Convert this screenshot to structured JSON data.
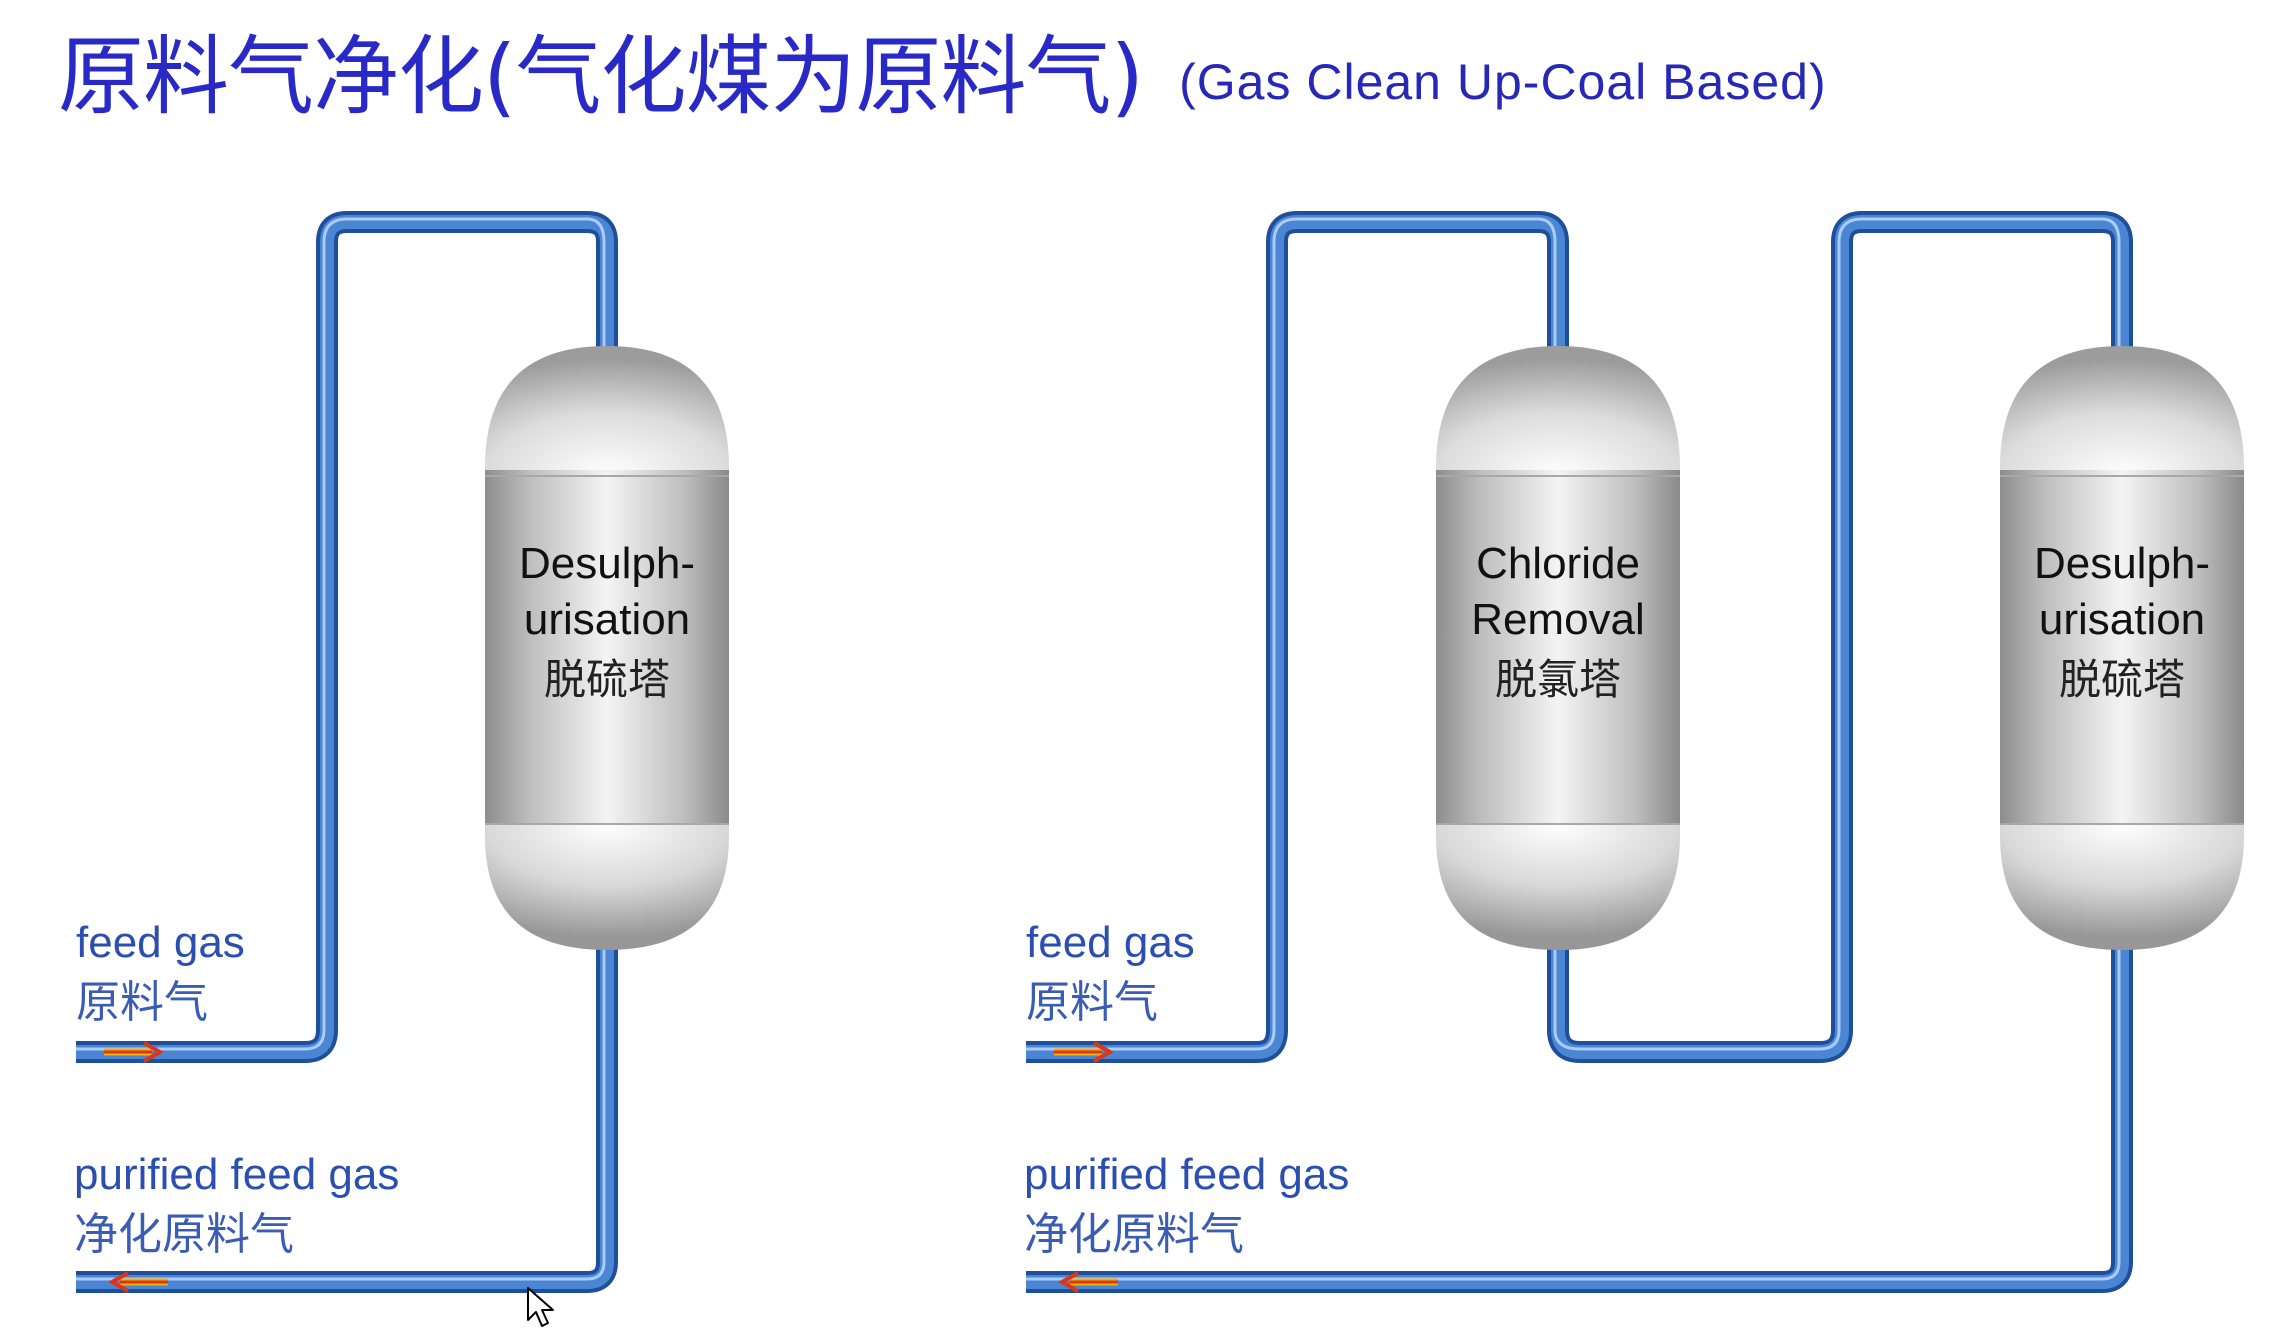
{
  "title": {
    "main": "原料气净化(气化煤为原料气)",
    "sub": "(Gas Clean Up-Coal Based)"
  },
  "left_diagram": {
    "feed_label_en": "feed gas",
    "feed_label_zh": "原料气",
    "product_label_en": "purified feed gas",
    "product_label_zh": "净化原料气",
    "vessels": [
      {
        "label_en_1": "Desulph-",
        "label_en_2": "urisation",
        "label_zh": "脱硫塔"
      }
    ]
  },
  "right_diagram": {
    "feed_label_en": "feed gas",
    "feed_label_zh": "原料气",
    "product_label_en": "purified feed gas",
    "product_label_zh": "净化原料气",
    "vessels": [
      {
        "label_en_1": "Chloride",
        "label_en_2": "Removal",
        "label_zh": "脱氯塔"
      },
      {
        "label_en_1": "Desulph-",
        "label_en_2": "urisation",
        "label_zh": "脱硫塔"
      }
    ]
  },
  "colors": {
    "title": "#2929c8",
    "pipe": "#3f79c9",
    "pipe_dark": "#1f4f9a",
    "pipe_light": "#a9cbf5",
    "arrow": "#e0401a",
    "arrow_fill": "#f2b000",
    "label": "#2b4fb0"
  },
  "icons": {
    "flow_in_arrow": "arrow-right-icon",
    "flow_out_arrow": "arrow-left-icon",
    "cursor": "mouse-pointer-icon"
  }
}
